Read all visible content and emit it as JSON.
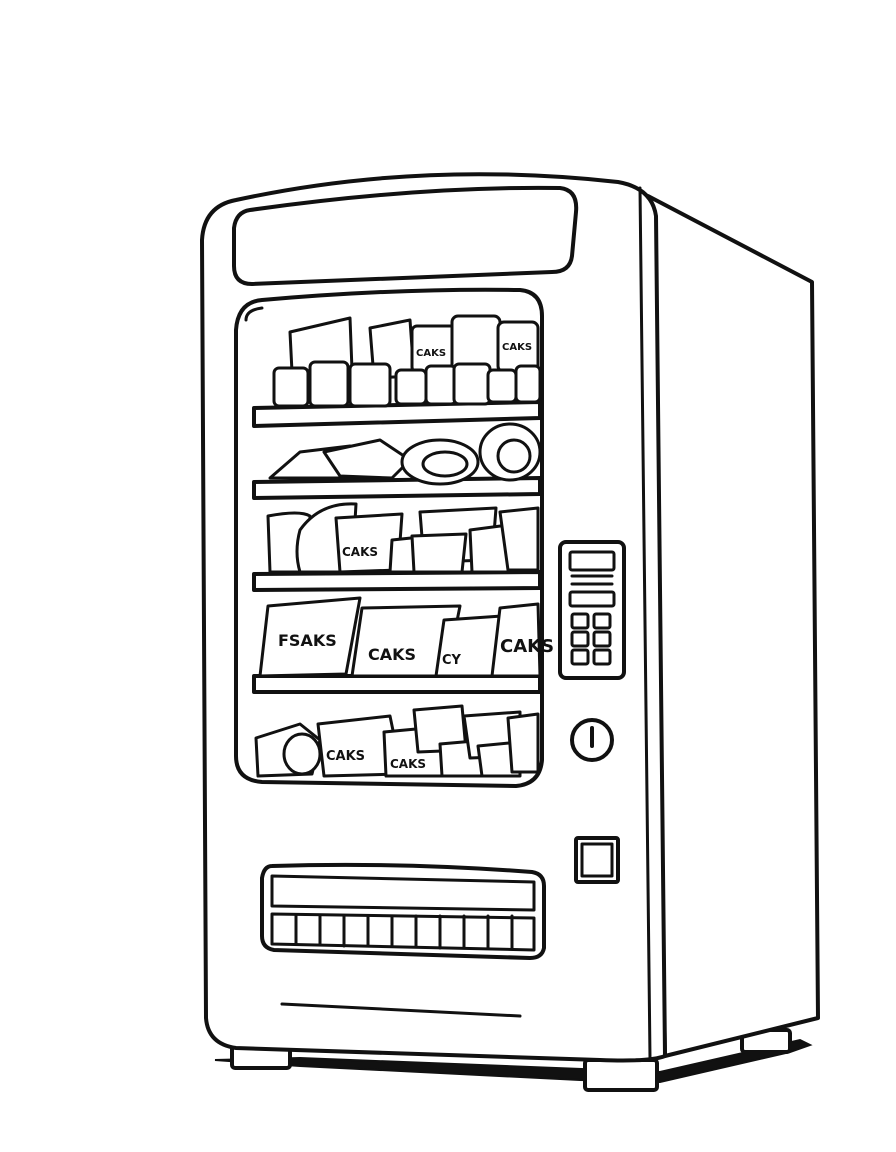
{
  "illustration": {
    "subject": "vending-machine",
    "style": "line-art",
    "colors": {
      "ink": "#111111",
      "paper": "#ffffff"
    },
    "package_labels": [
      "CAKS",
      "CAKS",
      "CAKS",
      "FSAKS",
      "CAKS",
      "CY",
      "CAKS",
      "CAKS",
      "CAKS"
    ],
    "shelves": 4,
    "keypad_buttons": 6,
    "coin_knob": "knob-icon",
    "bill_slot": "square-slot-icon"
  }
}
